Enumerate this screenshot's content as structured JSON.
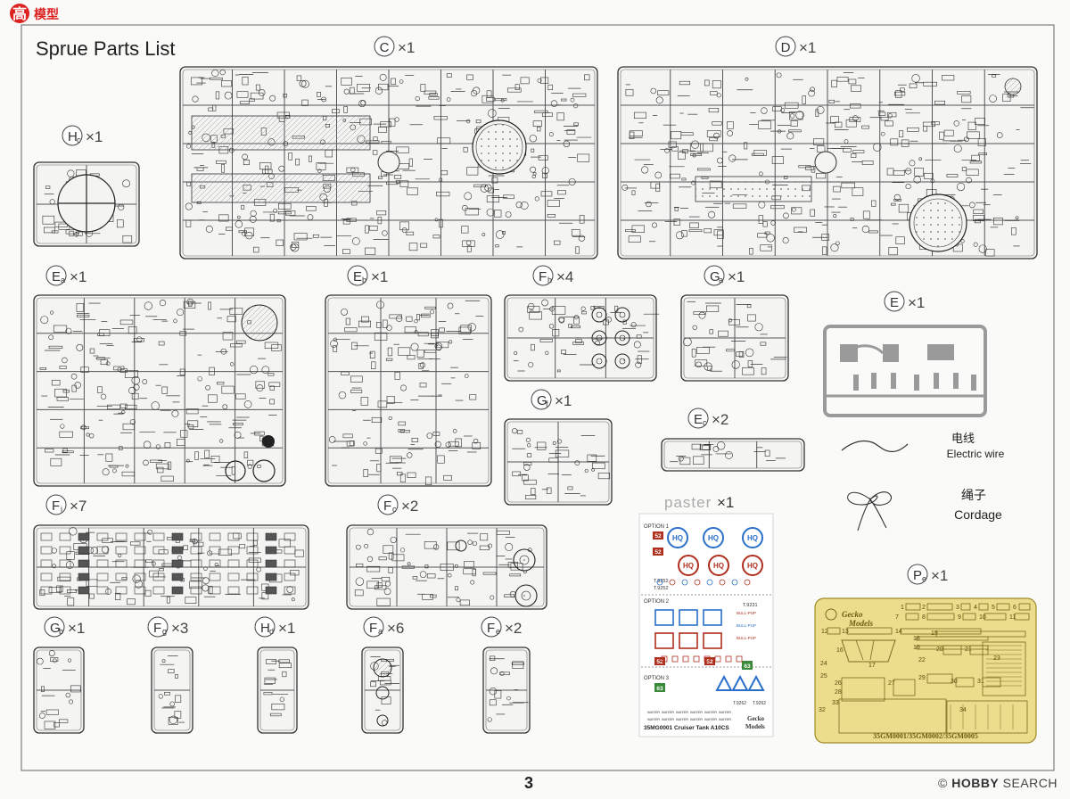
{
  "title": "Sprue Parts List",
  "watermark": "高",
  "watermark_text": "模型",
  "footer": {
    "page": "3",
    "credit_mark": "©",
    "credit_brand": "HOBBY",
    "credit_rest": " SEARCH"
  },
  "sprues": [
    {
      "code": "C",
      "sub": "",
      "count": "×1"
    },
    {
      "code": "D",
      "sub": "",
      "count": "×1"
    },
    {
      "code": "H",
      "sub": "c",
      "count": "×1"
    },
    {
      "code": "E",
      "sub": "a",
      "count": "×1"
    },
    {
      "code": "E",
      "sub": "b",
      "count": "×1"
    },
    {
      "code": "F",
      "sub": "h",
      "count": "×4"
    },
    {
      "code": "G",
      "sub": "a",
      "count": "×1"
    },
    {
      "code": "E",
      "sub": "",
      "count": "×1"
    },
    {
      "code": "G",
      "sub": "f",
      "count": "×1"
    },
    {
      "code": "E",
      "sub": "c",
      "count": "×2"
    },
    {
      "code": "F",
      "sub": "i",
      "count": "×7"
    },
    {
      "code": "F",
      "sub": "c",
      "count": "×2"
    },
    {
      "code": "G",
      "sub": "b",
      "count": "×1"
    },
    {
      "code": "F",
      "sub": "g",
      "count": "×3"
    },
    {
      "code": "H",
      "sub": "d",
      "count": "×1"
    },
    {
      "code": "F",
      "sub": "a",
      "count": "×6"
    },
    {
      "code": "F",
      "sub": "e",
      "count": "×2"
    },
    {
      "code": "P",
      "sub": "e",
      "count": "×1"
    }
  ],
  "extras": {
    "wire_cn": "电线",
    "wire_en": "Electric wire",
    "cord_cn": "绳子",
    "cord_en": "Cordage",
    "paster_label": "paster",
    "paster_count": "×1"
  },
  "decal": {
    "option1": "OPTION 1",
    "option2": "OPTION 2",
    "option3": "OPTION 3",
    "ho": "HQ",
    "num52": "52",
    "num63": "63",
    "serial1": "T.9252",
    "serial2": "T.9231",
    "serial3": "T.9262",
    "bullpup": "BULL-PUP",
    "water": "WATER",
    "product": "35MG0001 Cruiser Tank A10CS",
    "brand_top": "Gecko",
    "brand_bottom": "Models"
  },
  "etch": {
    "brand_top": "Gecko",
    "brand_bottom": "Models",
    "footer": "35GM0001/35GM0002/35GM0005",
    "numbers": [
      "1",
      "2",
      "3",
      "4",
      "5",
      "6",
      "7",
      "8",
      "9",
      "10",
      "11",
      "12",
      "13",
      "14",
      "15",
      "16",
      "17",
      "18",
      "19",
      "20",
      "21",
      "22",
      "23",
      "24",
      "25",
      "26",
      "27",
      "28",
      "29",
      "30",
      "31",
      "32",
      "33",
      "34"
    ]
  },
  "colors": {
    "frame": "#555555",
    "decal_blue": "#2a6fc9",
    "decal_red": "#b03020",
    "etch_gold": "#eadb8a",
    "etch_edge": "#a08a2a",
    "sprue_gray": "#9a9a9a"
  }
}
